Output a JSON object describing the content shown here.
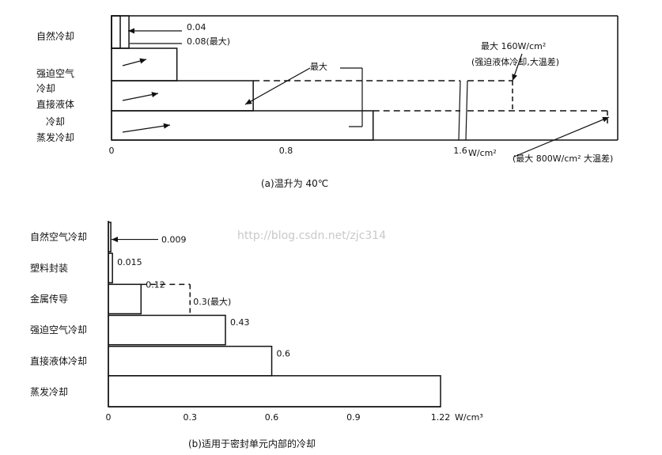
{
  "watermark": "http://blog.csdn.net/zjc314",
  "chart_data": [
    {
      "type": "bar",
      "orientation": "horizontal",
      "caption": "(a)温升为 40℃",
      "x_unit": "W/cm²",
      "xlim": [
        0,
        1.6
      ],
      "axis_break_after": 1.6,
      "x_ticks": [
        {
          "value": 0,
          "label": "0"
        },
        {
          "value": 0.8,
          "label": "0.8"
        },
        {
          "value": 1.6,
          "label": "1.6"
        }
      ],
      "categories": [
        {
          "lines": [
            "自然冷却"
          ],
          "typical": 0.04,
          "max": 0.08,
          "note": ""
        },
        {
          "lines": [
            "强迫空气",
            "冷却"
          ],
          "typical": 0.0,
          "max": 0.3,
          "note": ""
        },
        {
          "lines": [
            "直接液体",
            "冷却"
          ],
          "typical": 0.0,
          "max": 0.65,
          "note": ""
        },
        {
          "lines": [
            "蒸发冷却"
          ],
          "typical": 0.0,
          "max": 1.2,
          "note": ""
        }
      ],
      "annotations": {
        "a1": "0.04",
        "a2": "0.08(最大)",
        "max_label": "最大",
        "max_liquid_1": "最大 160W/cm²",
        "max_liquid_2": "(强迫液体冷却,大温差)",
        "max_evap": "(最大 800W/cm² 大温差)"
      }
    },
    {
      "type": "bar",
      "orientation": "horizontal",
      "caption": "(b)适用于密封单元内部的冷却",
      "x_unit": "W/cm³",
      "xlim": [
        0,
        1.22
      ],
      "x_ticks": [
        {
          "value": 0,
          "label": "0"
        },
        {
          "value": 0.3,
          "label": "0.3"
        },
        {
          "value": 0.6,
          "label": "0.6"
        },
        {
          "value": 0.9,
          "label": "0.9"
        },
        {
          "value": 1.22,
          "label": "1.22"
        }
      ],
      "categories": [
        {
          "label": "自然空气冷却",
          "value": 0.009,
          "value_label": "0.009"
        },
        {
          "label": "塑料封装",
          "value": 0.015,
          "value_label": "0.015"
        },
        {
          "label": "金属传导",
          "value": 0.12,
          "value_label": "0.12",
          "max": 0.3,
          "max_label": "0.3(最大)"
        },
        {
          "label": "强迫空气冷却",
          "value": 0.43,
          "value_label": "0.43"
        },
        {
          "label": "直接液体冷却",
          "value": 0.6,
          "value_label": "0.6"
        },
        {
          "label": "蒸发冷却",
          "value": 1.22,
          "value_label": ""
        }
      ]
    }
  ]
}
